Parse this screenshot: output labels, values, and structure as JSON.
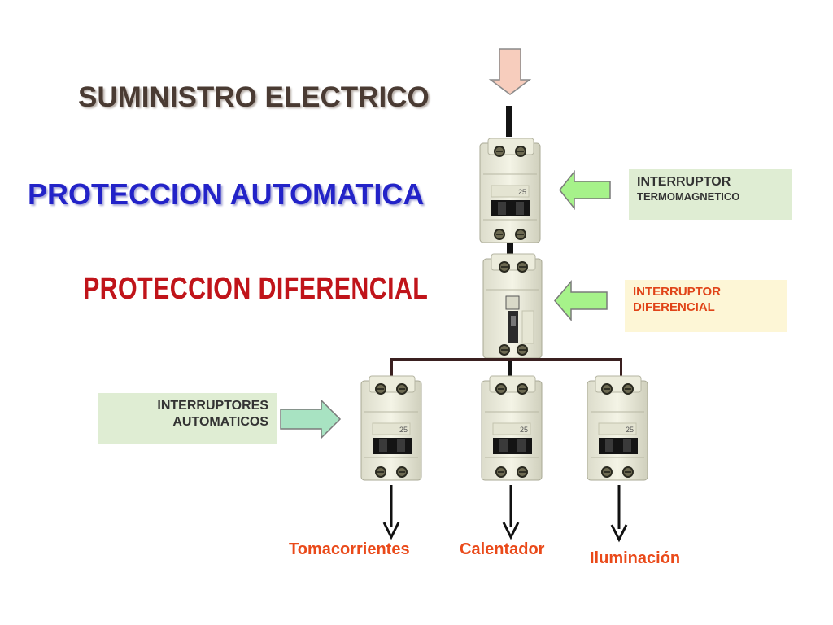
{
  "titles": {
    "supply": "SUMINISTRO ELECTRICO",
    "auto_protection": "PROTECCION AUTOMATICA",
    "diff_protection": "PROTECCION  DIFERENCIAL"
  },
  "callouts": {
    "thermomagnetic": {
      "line1": "INTERRUPTOR",
      "line2": "TERMOMAGNETICO"
    },
    "differential": {
      "line1": "INTERRUPTOR",
      "line2": "DIFERENCIAL"
    },
    "automatic_breakers": {
      "line1": "INTERRUPTORES",
      "line2": "AUTOMATICOS"
    }
  },
  "outputs": {
    "outlets": "Tomacorrientes",
    "heater": "Calentador",
    "lighting": "Iluminación"
  },
  "breaker_marks": {
    "rating": "25"
  },
  "colors": {
    "supply_text": "#4a3b33",
    "auto_text": "#2323c8",
    "diff_text": "#c0141a",
    "output_text": "#ea4a1a",
    "green_box": "#dfedd3",
    "yellow_box": "#fdf6d6",
    "green_arrow": "#a6f28a",
    "pink_arrow": "#f7cdbd"
  }
}
